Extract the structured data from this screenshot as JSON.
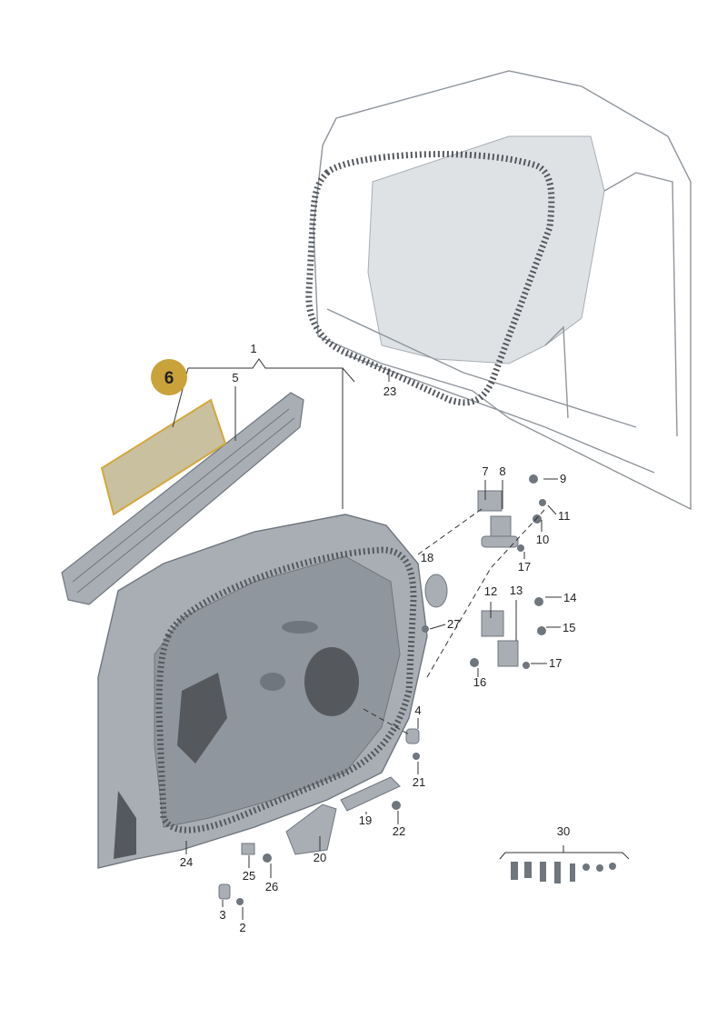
{
  "colors": {
    "badge_fill": "#c9a23a",
    "panel_fill": "#c9c0a0",
    "panel_stroke": "#d3a73a",
    "part_fill": "#a8aeb4",
    "part_dark": "#6f767d",
    "seal": "#55595e",
    "body_line": "#8e959c"
  },
  "parts": {
    "p1": "1",
    "p2": "2",
    "p3": "3",
    "p4": "4",
    "p5": "5",
    "p6": "6",
    "p7": "7",
    "p8": "8",
    "p9": "9",
    "p10": "10",
    "p11": "11",
    "p12": "12",
    "p13": "13",
    "p14": "14",
    "p15": "15",
    "p16": "16",
    "p17a": "17",
    "p17b": "17",
    "p18": "18",
    "p19": "19",
    "p20": "20",
    "p21": "21",
    "p22": "22",
    "p23": "23",
    "p24": "24",
    "p25": "25",
    "p26": "26",
    "p27": "27",
    "p30": "30"
  }
}
